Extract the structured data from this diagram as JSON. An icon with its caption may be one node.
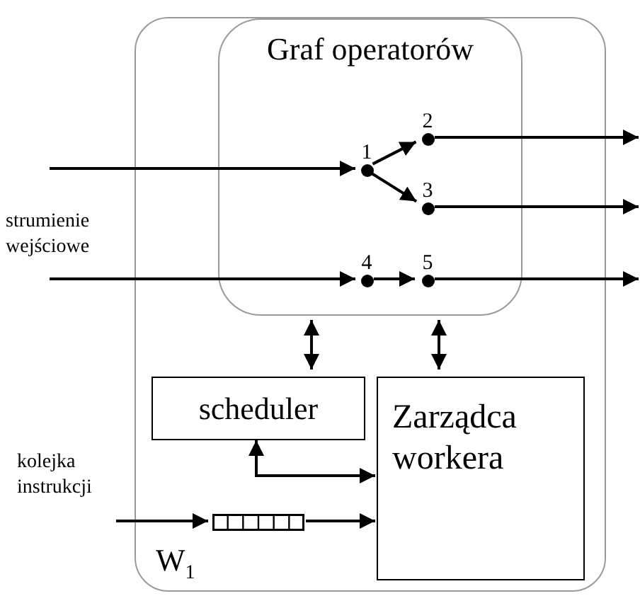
{
  "diagram": {
    "nodes": [
      {
        "text": [
          "W$_{1}$"
        ]
      },
      {
        "text": [
          "Graf operatorów"
        ],
        "in": 0
      },
      {
        "text": [
          "1"
        ],
        "in": 1
      },
      {
        "text": [
          "2"
        ],
        "in": 1
      },
      {
        "text": [
          "3"
        ],
        "in": 1
      },
      {
        "text": [
          "4"
        ],
        "in": 1
      },
      {
        "text": [
          "5"
        ],
        "in": 1
      },
      {
        "text": [
          "scheduler"
        ],
        "in": 0
      },
      {
        "text": [
          "Zarządca workera"
        ],
        "in": 0
      },
      {
        "text": [],
        "shape": "bar",
        "in": 0
      }
    ],
    "edges": [
      {
        "from": null,
        "to": 2,
        "arrow": "to"
      },
      {
        "from": 2,
        "to": 3,
        "arrow": "to"
      },
      {
        "from": 2,
        "to": 4,
        "arrow": "to"
      },
      {
        "from": null,
        "to": 5,
        "arrow": "to"
      },
      {
        "from": 5,
        "to": 6,
        "arrow": "to"
      },
      {
        "from": 3,
        "to": null,
        "arrow": "to"
      },
      {
        "from": 4,
        "to": null,
        "arrow": "to"
      },
      {
        "from": 6,
        "to": null,
        "arrow": "to"
      },
      {
        "from": 1,
        "to": 7,
        "arrow": "both"
      },
      {
        "from": 1,
        "to": 8,
        "arrow": "both"
      },
      {
        "from": 7,
        "to": 8,
        "arrow": "both"
      },
      {
        "from": null,
        "to": 9,
        "arrow": "to"
      },
      {
        "from": 9,
        "to": 8,
        "arrow": "to"
      }
    ],
    "labels": [
      "strumienie wejściowe",
      "kolejka instrukcji"
    ]
  }
}
